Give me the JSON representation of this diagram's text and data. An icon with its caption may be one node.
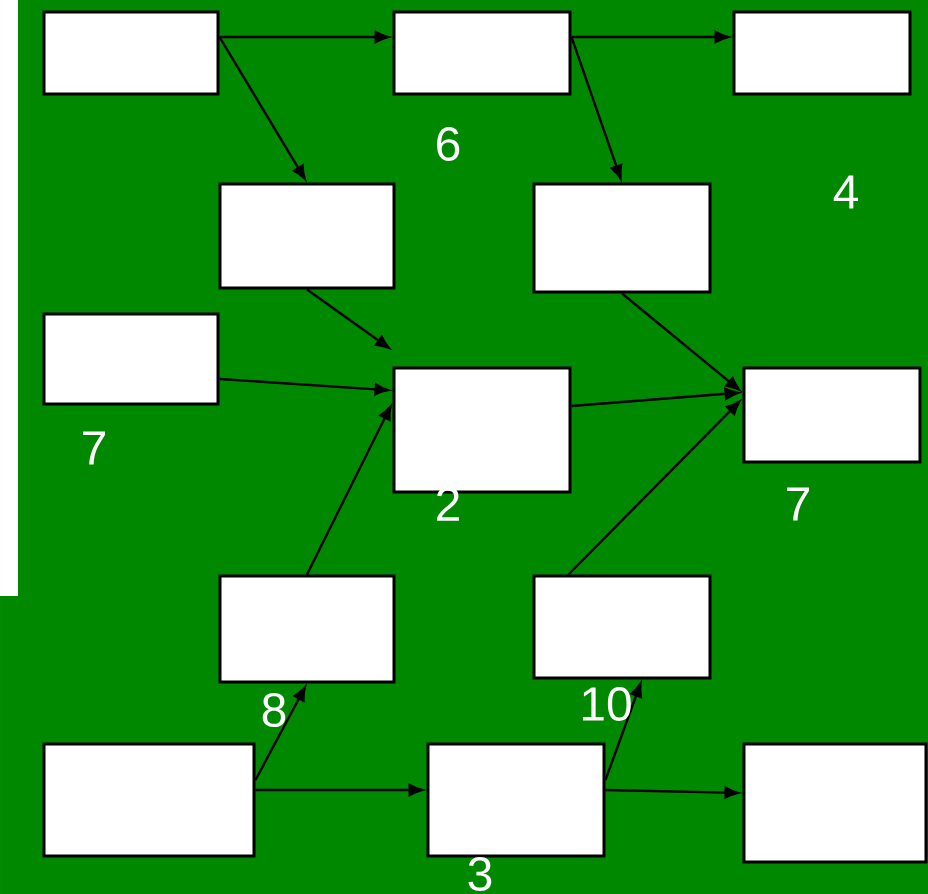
{
  "diagram": {
    "nodes": [
      {
        "text": [],
        "shape": "box"
      },
      {
        "text": [],
        "shape": "box",
        "beside": [
          "6"
        ]
      },
      {
        "text": [],
        "shape": "box",
        "beside": [
          "4"
        ]
      },
      {
        "text": [],
        "shape": "box"
      },
      {
        "text": [],
        "shape": "box"
      },
      {
        "text": [],
        "shape": "box",
        "beside": [
          "7"
        ]
      },
      {
        "text": [],
        "shape": "box",
        "beside": [
          "2"
        ]
      },
      {
        "text": [],
        "shape": "box",
        "beside": [
          "7"
        ]
      },
      {
        "text": [],
        "shape": "box",
        "beside": [
          "8"
        ]
      },
      {
        "text": [],
        "shape": "box",
        "beside": [
          "10"
        ]
      },
      {
        "text": [],
        "shape": "box"
      },
      {
        "text": [],
        "shape": "box",
        "beside": [
          "3"
        ]
      },
      {
        "text": [],
        "shape": "box"
      }
    ],
    "edges": [
      {
        "from": 0,
        "to": 1,
        "arrow": "to"
      },
      {
        "from": 0,
        "to": 3,
        "arrow": "to"
      },
      {
        "from": 1,
        "to": 2,
        "arrow": "to"
      },
      {
        "from": 1,
        "to": 4,
        "arrow": "to"
      },
      {
        "from": 3,
        "to": 6,
        "arrow": "to"
      },
      {
        "from": 5,
        "to": 6,
        "arrow": "to"
      },
      {
        "from": 4,
        "to": 7,
        "arrow": "to"
      },
      {
        "from": 6,
        "to": 7,
        "arrow": "to"
      },
      {
        "from": 8,
        "to": 6,
        "arrow": "to"
      },
      {
        "from": 9,
        "to": 7,
        "arrow": "to"
      },
      {
        "from": 10,
        "to": 8,
        "arrow": "to"
      },
      {
        "from": 10,
        "to": 11,
        "arrow": "to"
      },
      {
        "from": 11,
        "to": 9,
        "arrow": "to"
      },
      {
        "from": 11,
        "to": 12,
        "arrow": "to"
      }
    ]
  }
}
